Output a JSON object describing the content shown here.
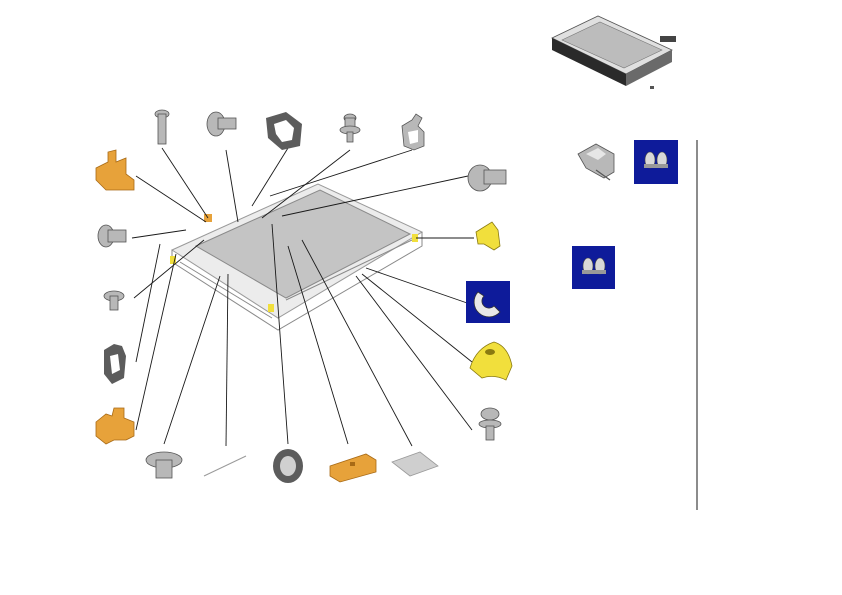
{
  "diagram": {
    "colors": {
      "leader": "#1a1a1a",
      "part_gray": "#b8b8b8",
      "part_dark": "#5c5c5c",
      "part_orange": "#e7a23a",
      "part_yellow": "#f1df3c",
      "badge_blue": "#0e1b9a",
      "panel": "#c4c4c4",
      "frame": "#ececec"
    },
    "parts": [
      {
        "id": "rivet-top",
        "icon": "rivet-icon"
      },
      {
        "id": "shoulder-screw",
        "icon": "shoulder-screw-icon"
      },
      {
        "id": "grommet-bracket",
        "icon": "grommet-bracket-icon"
      },
      {
        "id": "washer-screw-top",
        "icon": "washer-screw-icon"
      },
      {
        "id": "clip-bracket-top",
        "icon": "clip-bracket-icon"
      },
      {
        "id": "large-pin-right",
        "icon": "pin-icon"
      },
      {
        "id": "orange-latch-left",
        "icon": "latch-icon"
      },
      {
        "id": "thumb-screw-left",
        "icon": "thumb-screw-icon"
      },
      {
        "id": "push-pin-left",
        "icon": "push-pin-icon"
      },
      {
        "id": "clip-bracket-left",
        "icon": "clip-bracket-icon"
      },
      {
        "id": "orange-latch-lower",
        "icon": "latch-icon"
      },
      {
        "id": "yellow-hook-right",
        "icon": "hook-icon"
      },
      {
        "id": "e-clip-badge",
        "icon": "e-clip-icon"
      },
      {
        "id": "yellow-clamp",
        "icon": "clamp-icon"
      },
      {
        "id": "flange-screw-right",
        "icon": "flange-screw-icon"
      },
      {
        "id": "cap-bottom",
        "icon": "cap-icon"
      },
      {
        "id": "wire-bottom",
        "icon": "wire-icon"
      },
      {
        "id": "grommet-bottom",
        "icon": "grommet-icon"
      },
      {
        "id": "orange-block-bottom",
        "icon": "block-icon"
      },
      {
        "id": "sheet-bottom",
        "icon": "sheet-icon"
      }
    ],
    "sidebar": [
      {
        "id": "assembly-preview",
        "icon": "assembly-icon"
      },
      {
        "id": "spring-clip",
        "icon": "spring-clip-icon"
      },
      {
        "id": "rollers-badge-1",
        "icon": "rollers-icon"
      },
      {
        "id": "rollers-badge-2",
        "icon": "rollers-icon"
      }
    ]
  }
}
